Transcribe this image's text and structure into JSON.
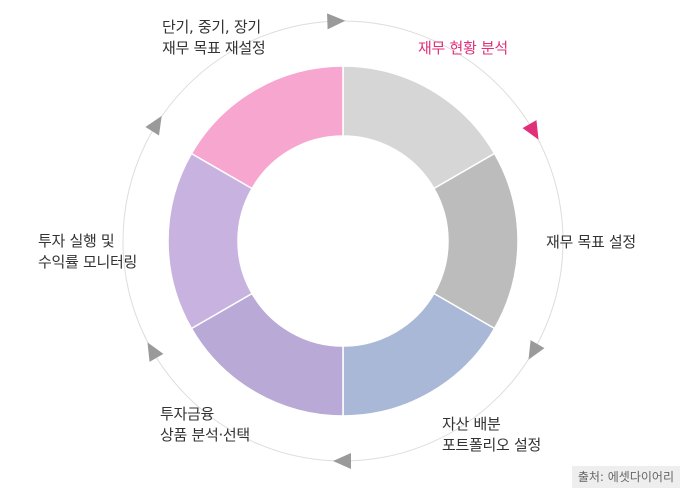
{
  "steps": [
    {
      "lines": [
        "재무 현황 분석"
      ],
      "color": "#d6d6d6",
      "active": true
    },
    {
      "lines": [
        "재무 목표 설정"
      ],
      "color": "#bcbcbc",
      "active": false
    },
    {
      "lines": [
        "자산 배분",
        "포트폴리오 설정"
      ],
      "color": "#a9b8d6",
      "active": false
    },
    {
      "lines": [
        "투자금융",
        "상품 분석·선택"
      ],
      "color": "#b9a9d6",
      "active": false
    },
    {
      "lines": [
        "투자 실행 및",
        "수익률 모니터링"
      ],
      "color": "#c8b3e0",
      "active": false
    },
    {
      "lines": [
        "단기, 중기, 장기",
        "재무 목표 재설정"
      ],
      "color": "#f6a6cf",
      "active": false
    }
  ],
  "colors": {
    "accent": "#e0307a",
    "arrow": "#9a9a9a",
    "orbit": "#dddddd"
  },
  "source": "출처: 에셋다이어리"
}
